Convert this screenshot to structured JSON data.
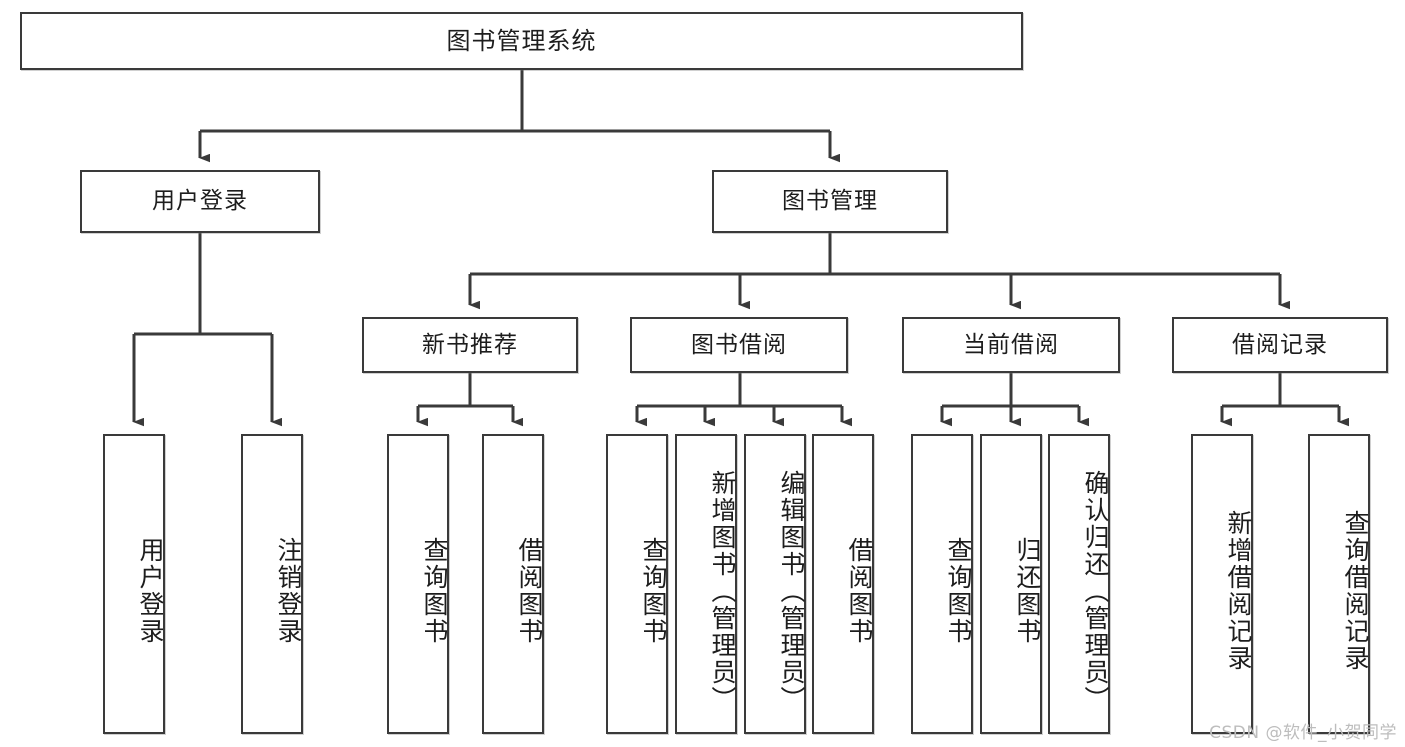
{
  "diagram": {
    "type": "tree-hierarchy-chart",
    "title": "图书管理系统",
    "colors": {
      "box_border": "#3a3a3a",
      "box_fill": "#ffffff",
      "edge": "#3a3a3a",
      "text": "#1d1d1d",
      "watermark": "#bdbdbd"
    },
    "root": {
      "label": "图书管理系统"
    },
    "level2": [
      {
        "label": "用户登录"
      },
      {
        "label": "图书管理"
      }
    ],
    "level3": [
      {
        "label": "新书推荐"
      },
      {
        "label": "图书借阅"
      },
      {
        "label": "当前借阅"
      },
      {
        "label": "借阅记录"
      }
    ],
    "leaves": [
      {
        "label": "用户登录",
        "parent": "用户登录"
      },
      {
        "label": "注销登录",
        "parent": "用户登录"
      },
      {
        "label": "查询图书",
        "parent": "新书推荐"
      },
      {
        "label": "借阅图书",
        "parent": "新书推荐"
      },
      {
        "label": "查询图书",
        "parent": "图书借阅"
      },
      {
        "label": "新增图书（管理员）",
        "parent": "图书借阅"
      },
      {
        "label": "编辑图书（管理员）",
        "parent": "图书借阅"
      },
      {
        "label": "借阅图书",
        "parent": "图书借阅"
      },
      {
        "label": "查询图书",
        "parent": "当前借阅"
      },
      {
        "label": "归还图书",
        "parent": "当前借阅"
      },
      {
        "label": "确认归还（管理员）",
        "parent": "当前借阅"
      },
      {
        "label": "新增借阅记录",
        "parent": "借阅记录"
      },
      {
        "label": "查询借阅记录",
        "parent": "借阅记录"
      }
    ]
  },
  "watermark": {
    "text": "CSDN @软件_小贺同学"
  }
}
